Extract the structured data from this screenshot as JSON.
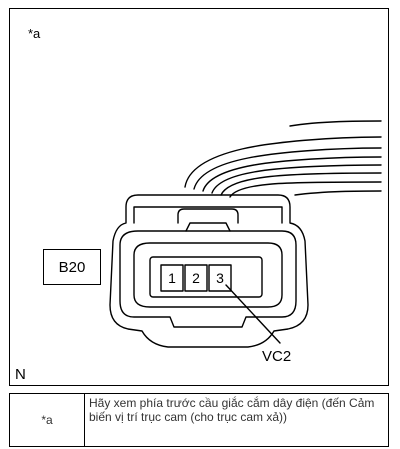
{
  "figure": {
    "corner_label": "*a",
    "orientation_label": "N",
    "connector_code": "B20",
    "pins": [
      "1",
      "2",
      "3"
    ],
    "pin_callout": "VC2"
  },
  "caption": {
    "key": "*a",
    "description": "Hãy xem phía trước cầu giắc cắm dây điện (đến Cảm biến vị trí trục cam (cho trục cam xả))"
  }
}
